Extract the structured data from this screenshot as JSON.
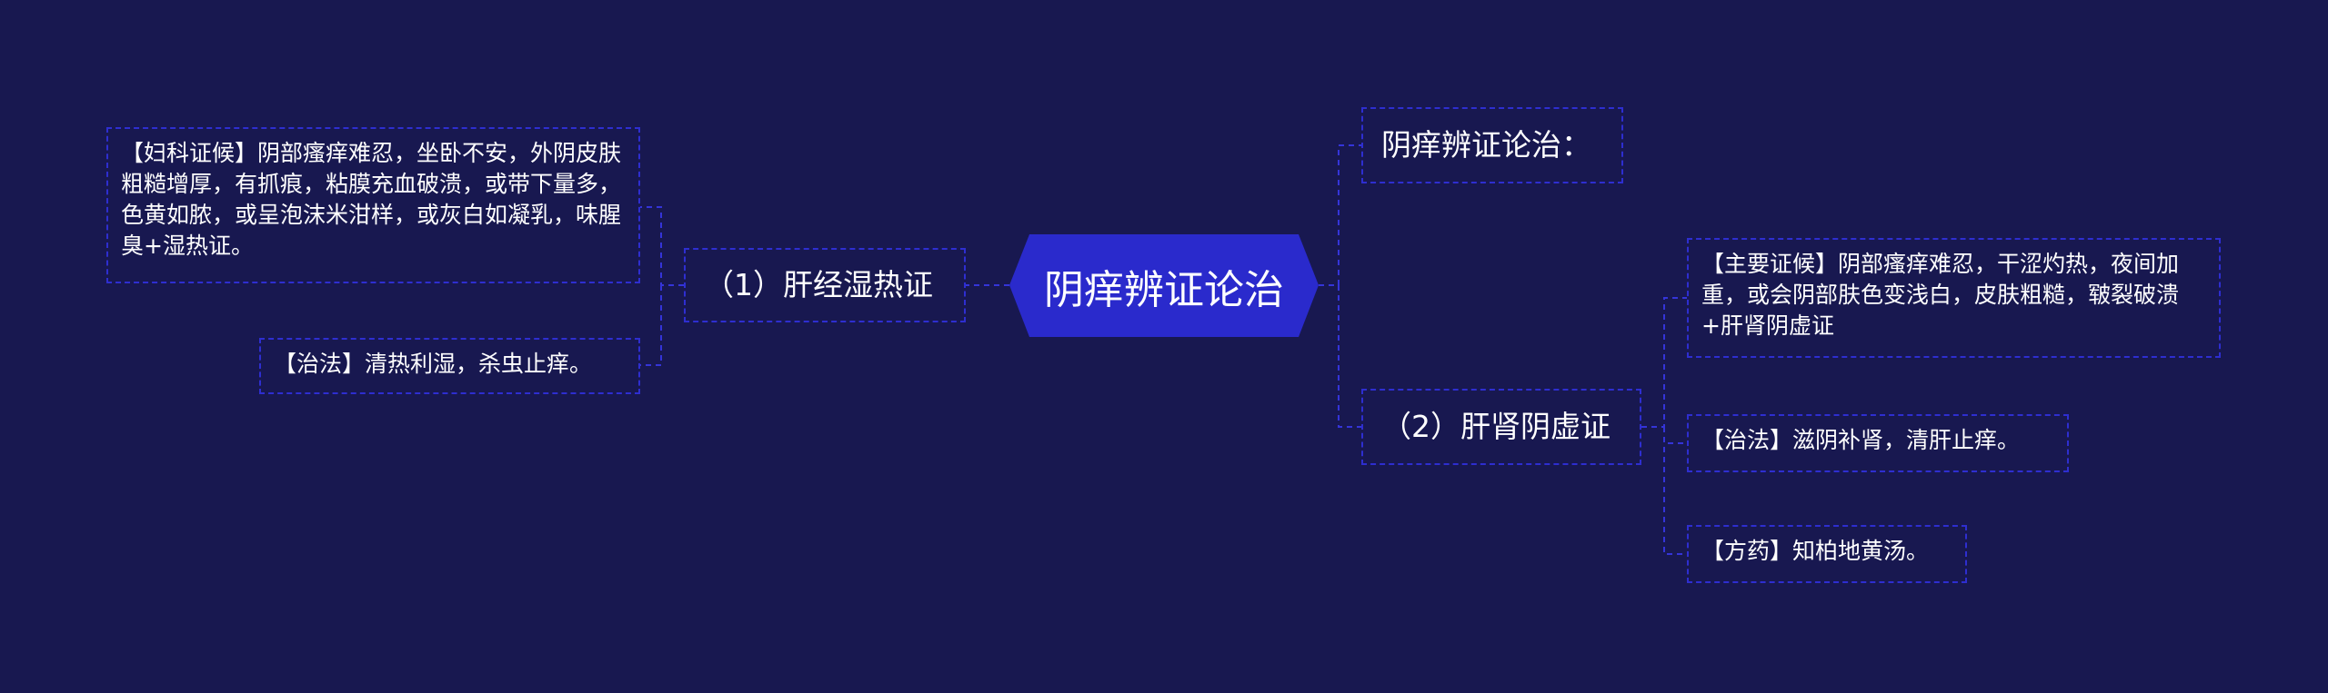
{
  "root": {
    "label": "阴痒辨证论治"
  },
  "left": {
    "branch": {
      "label": "（1）肝经湿热证"
    },
    "leaves": [
      {
        "text": "【妇科证候】阴部瘙痒难忍，坐卧不安，外阴皮肤粗糙增厚，有抓痕，粘膜充血破溃，或带下量多，色黄如脓，或呈泡沫米泔样，或灰白如凝乳，味腥臭+湿热证。"
      },
      {
        "text": "【治法】清热利湿，杀虫止痒。"
      }
    ]
  },
  "right": {
    "intro": {
      "label": "阴痒辨证论治："
    },
    "branch": {
      "label": "（2）肝肾阴虚证"
    },
    "leaves": [
      {
        "text": "【主要证候】阴部瘙痒难忍，干涩灼热，夜间加重，或会阴部肤色变浅白，皮肤粗糙，皲裂破溃+肝肾阴虚证"
      },
      {
        "text": "【治法】滋阴补肾，清肝止痒。"
      },
      {
        "text": "【方药】知柏地黄汤。"
      }
    ]
  },
  "colors": {
    "background": "#181850",
    "root_fill": "#2a2acc",
    "border": "#2e2ed0",
    "text": "#ffffff"
  }
}
